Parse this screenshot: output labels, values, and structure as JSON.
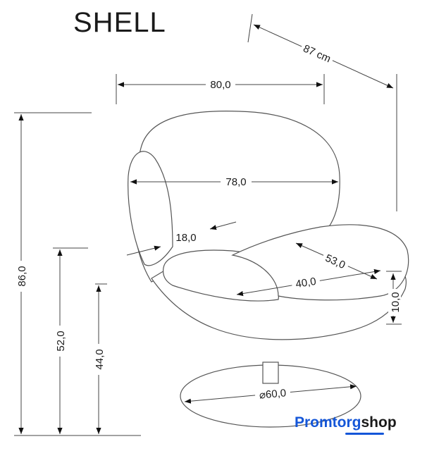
{
  "title": "SHELL",
  "dimensions": {
    "depth": "87 cm",
    "width": "80,0",
    "inner_width": "78,0",
    "back_thickness": "18,0",
    "seat_depth": "53,0",
    "seat_width": "40,0",
    "cushion_height": "10,0",
    "total_height": "86,0",
    "arm_height": "52,0",
    "seat_height": "44,0",
    "base_diameter": "⌀60,0"
  },
  "logo": {
    "part1": "Promtorg",
    "part2": "shop",
    "brand_color": "#1456d8"
  }
}
